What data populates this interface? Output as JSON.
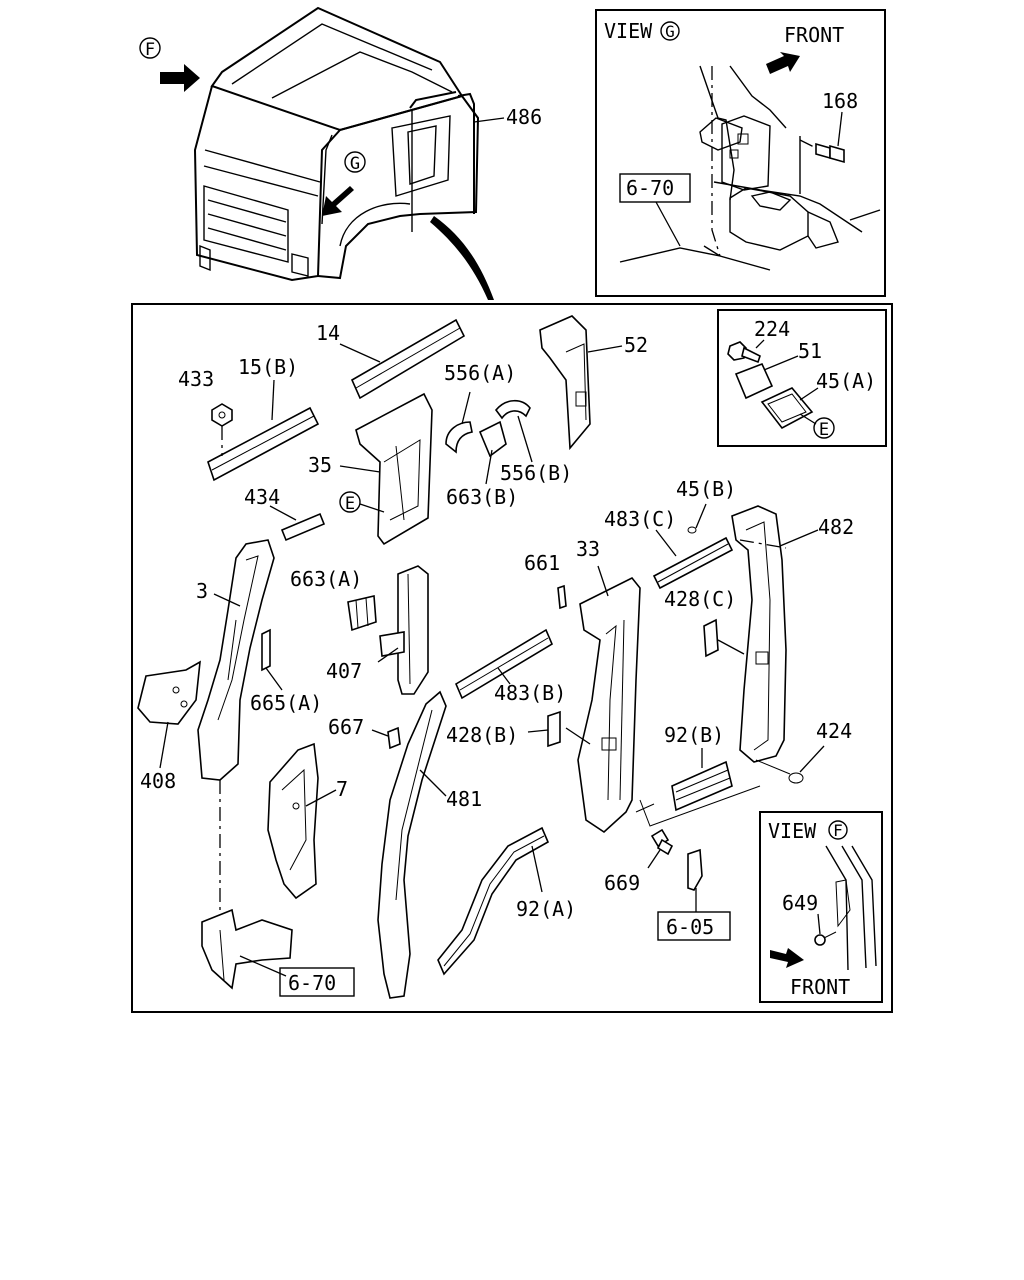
{
  "view_labels": {
    "view_g": {
      "prefix": "VIEW",
      "letter": "G"
    },
    "view_f": {
      "prefix": "VIEW",
      "letter": "F"
    },
    "front_g": "FRONT",
    "front_f": "FRONT"
  },
  "markers": {
    "f_main": "F",
    "g_main": "G",
    "e_cover": "E",
    "e_inner": "E"
  },
  "refs": {
    "ref_670_top": "6-70",
    "ref_670_bottom": "6-70",
    "ref_605": "6-05"
  },
  "parts": {
    "p486": "486",
    "p168": "168",
    "p224": "224",
    "p51": "51",
    "p45a": "45(A)",
    "p14": "14",
    "p52": "52",
    "p433": "433",
    "p15b": "15(B)",
    "p556a": "556(A)",
    "p556b": "556(B)",
    "p663b": "663(B)",
    "p35": "35",
    "p434": "434",
    "p45b": "45(B)",
    "p483c": "483(C)",
    "p482": "482",
    "p661": "661",
    "p33": "33",
    "p3": "3",
    "p663a": "663(A)",
    "p428c": "428(C)",
    "p407": "407",
    "p483b": "483(B)",
    "p665a": "665(A)",
    "p667": "667",
    "p428b": "428(B)",
    "p92b": "92(B)",
    "p424": "424",
    "p408": "408",
    "p7": "7",
    "p481": "481",
    "p669": "669",
    "p649": "649",
    "p92a": "92(A)"
  },
  "icons": [
    "arrow-right-icon",
    "arrow-down-left-icon",
    "bolt-icon",
    "nut-icon",
    "washer-icon"
  ]
}
